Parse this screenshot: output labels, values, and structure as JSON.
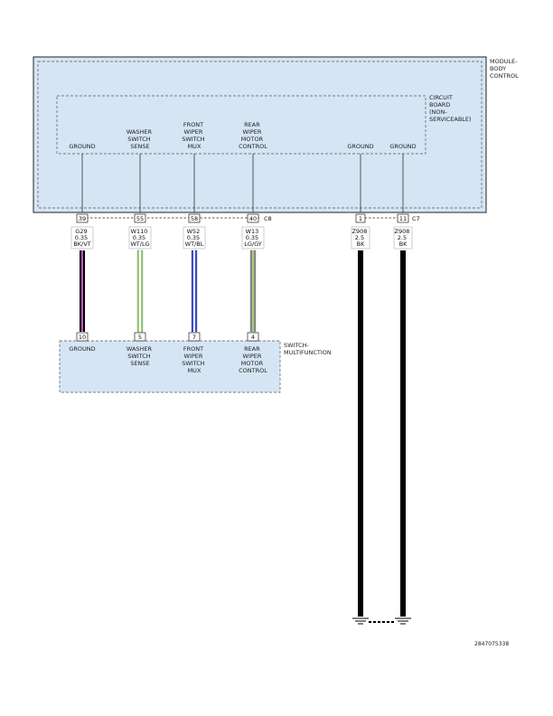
{
  "module": {
    "name_lines": [
      "MODULE-",
      "BODY",
      "CONTROL"
    ],
    "fill_color": "#d5e5f4",
    "circuit_board_lines": [
      "CIRCUIT",
      "BOARD",
      "(NON-",
      "SERVICEABLE)"
    ],
    "pin_labels": [
      {
        "lines": [
          "GROUND"
        ]
      },
      {
        "lines": [
          "WASHER",
          "SWITCH",
          "SENSE"
        ]
      },
      {
        "lines": [
          "FRONT",
          "WIPER",
          "SWITCH",
          "MUX"
        ]
      },
      {
        "lines": [
          "REAR",
          "WIPER",
          "MOTOR",
          "CONTROL"
        ]
      },
      {
        "lines": [
          "GROUND"
        ]
      },
      {
        "lines": [
          "GROUND"
        ]
      }
    ]
  },
  "connectors": {
    "c8": "C8",
    "c7": "C7"
  },
  "wires": [
    {
      "module_pin": "39",
      "circuit": "G29",
      "gauge": "0.35",
      "color_code": "BK/VT",
      "colors": [
        "#000000",
        "#c050c0"
      ],
      "switch_pin": "10"
    },
    {
      "module_pin": "55",
      "circuit": "W110",
      "gauge": "0.35",
      "color_code": "WT/LG",
      "colors": [
        "#ffffff",
        "#9ccf7a"
      ],
      "switch_pin": "5"
    },
    {
      "module_pin": "58",
      "circuit": "W52",
      "gauge": "0.35",
      "color_code": "WT/BL",
      "colors": [
        "#ffffff",
        "#3a4fd0"
      ],
      "switch_pin": "7"
    },
    {
      "module_pin": "40",
      "circuit": "W13",
      "gauge": "0.35",
      "color_code": "LG/GY",
      "colors": [
        "#9ccf7a",
        "#8a8a8a"
      ],
      "switch_pin": "4"
    },
    {
      "module_pin": "1",
      "circuit": "Z908",
      "gauge": "2.5",
      "color_code": "BK",
      "colors": [
        "#000000"
      ]
    },
    {
      "module_pin": "11",
      "circuit": "Z908",
      "gauge": "2.5",
      "color_code": "BK",
      "colors": [
        "#000000"
      ]
    }
  ],
  "switch": {
    "name_lines": [
      "SWITCH-",
      "MULTIFUNCTION"
    ],
    "fill_color": "#d5e5f4",
    "pin_labels": [
      {
        "lines": [
          "GROUND"
        ]
      },
      {
        "lines": [
          "WASHER",
          "SWITCH",
          "SENSE"
        ]
      },
      {
        "lines": [
          "FRONT",
          "WIPER",
          "SWITCH",
          "MUX"
        ]
      },
      {
        "lines": [
          "REAR",
          "WIPER",
          "MOTOR",
          "CONTROL"
        ]
      }
    ]
  },
  "document_id": "2847075338"
}
